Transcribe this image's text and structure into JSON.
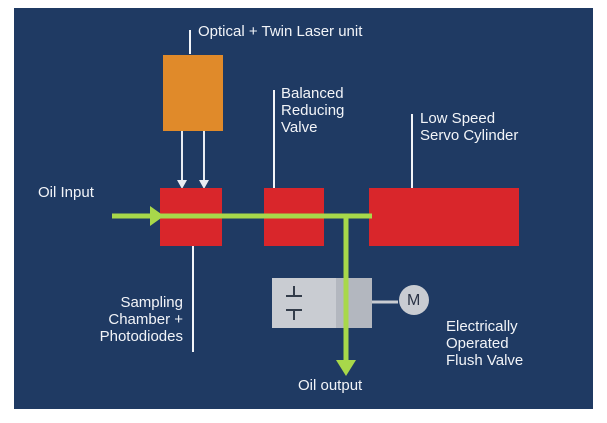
{
  "labels": {
    "laser_unit": "Optical + Twin Laser unit",
    "reducing_valve": [
      "Balanced",
      "Reducing",
      "Valve"
    ],
    "servo_cylinder": [
      "Low Speed",
      "Servo Cylinder"
    ],
    "oil_input": "Oil Input",
    "sampling_chamber": [
      "Sampling",
      "Chamber +",
      "Photodiodes"
    ],
    "flush_valve": [
      "Electrically",
      "Operated",
      "Flush Valve"
    ],
    "oil_output": "Oil output",
    "motor": "M"
  },
  "colors": {
    "background": "#1f3a63",
    "component_red": "#d9262b",
    "laser_orange": "#e08a2a",
    "flow_green": "#a8d84a",
    "valve_grey": "#c9ccd2",
    "label_white": "#f2f4f8"
  }
}
